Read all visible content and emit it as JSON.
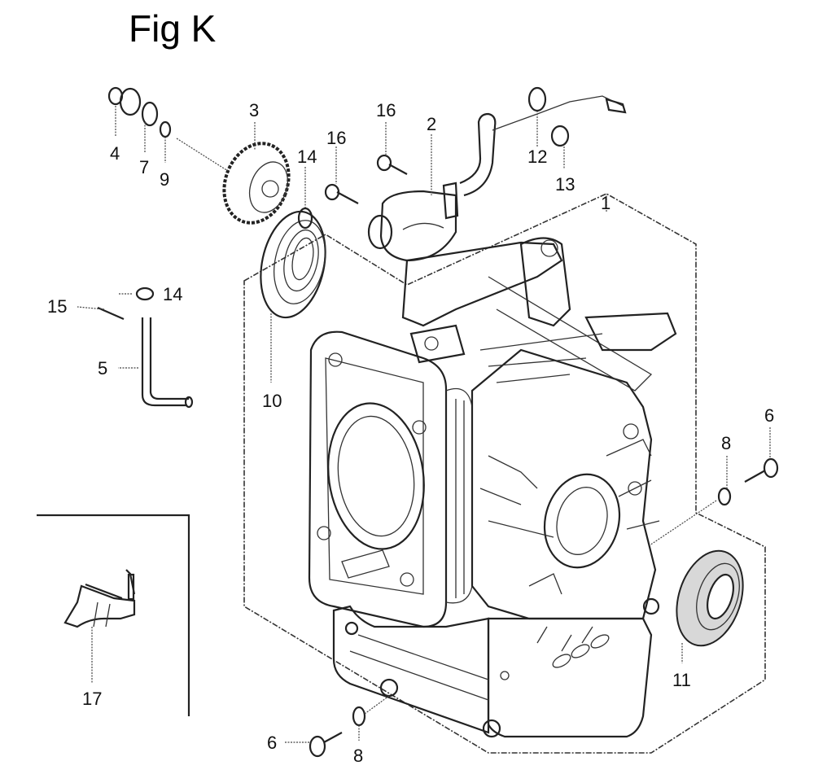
{
  "figure": {
    "title": "Fig K",
    "subject": "Engine crankcase exploded parts diagram"
  },
  "callouts": [
    {
      "id": "c1",
      "label": "1",
      "part": "crankcase"
    },
    {
      "id": "c2",
      "label": "2",
      "part": "oil level switch assembly"
    },
    {
      "id": "c3",
      "label": "3",
      "part": "governor gear"
    },
    {
      "id": "c4",
      "label": "4",
      "part": "governor slider"
    },
    {
      "id": "c5",
      "label": "5",
      "part": "governor shaft"
    },
    {
      "id": "c6a",
      "label": "6",
      "part": "flange bolt (right)"
    },
    {
      "id": "c6b",
      "label": "6",
      "part": "flange bolt (bottom)"
    },
    {
      "id": "c7",
      "label": "7",
      "part": "washer"
    },
    {
      "id": "c8a",
      "label": "8",
      "part": "washer (right)"
    },
    {
      "id": "c8b",
      "label": "8",
      "part": "washer (bottom)"
    },
    {
      "id": "c9",
      "label": "9",
      "part": "clip"
    },
    {
      "id": "c10",
      "label": "10",
      "part": "ball bearing"
    },
    {
      "id": "c11",
      "label": "11",
      "part": "oil seal"
    },
    {
      "id": "c12",
      "label": "12",
      "part": "wire grommet"
    },
    {
      "id": "c13",
      "label": "13",
      "part": "cap nut"
    },
    {
      "id": "c14a",
      "label": "14",
      "part": "washer (upper)"
    },
    {
      "id": "c14b",
      "label": "14",
      "part": "washer (left)"
    },
    {
      "id": "c15",
      "label": "15",
      "part": "pin"
    },
    {
      "id": "c16a",
      "label": "16",
      "part": "bolt (left)"
    },
    {
      "id": "c16b",
      "label": "16",
      "part": "bolt (right)"
    },
    {
      "id": "c17",
      "label": "17",
      "part": "engine mount"
    }
  ]
}
